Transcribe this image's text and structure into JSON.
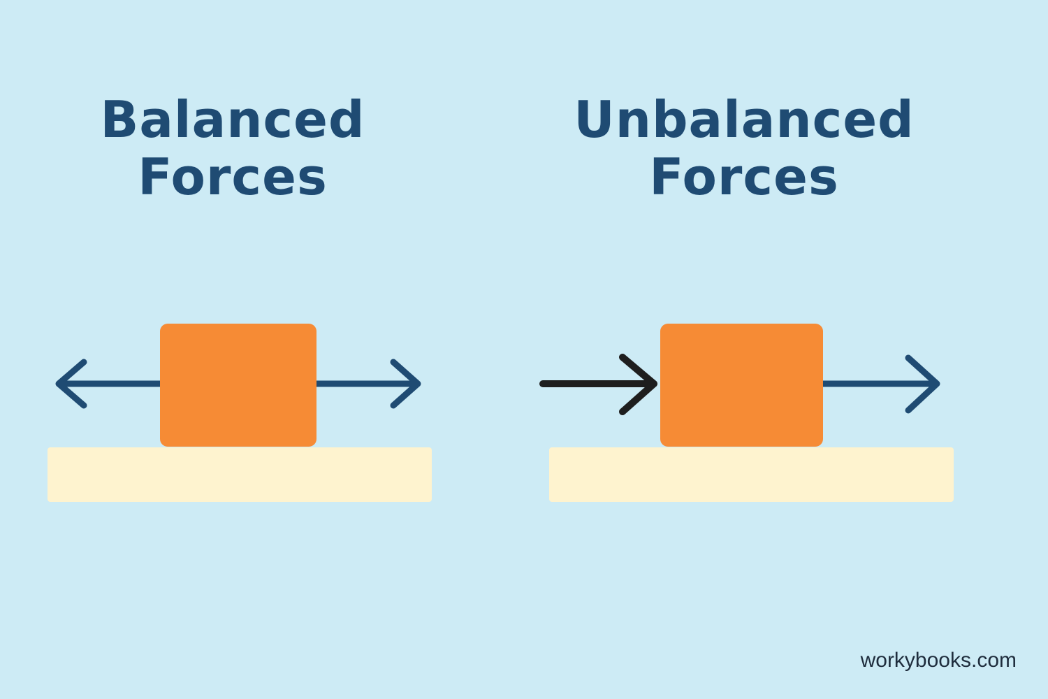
{
  "panels": [
    {
      "title_line1": "Balanced",
      "title_line2": "Forces"
    },
    {
      "title_line1": "Unbalanced",
      "title_line2": "Forces"
    }
  ],
  "watermark": "workybooks.com",
  "colors": {
    "background": "#cdebf5",
    "title": "#1f4b73",
    "box": "#f68b35",
    "floor": "#fef3cf",
    "arrow_navy": "#1f4b73",
    "arrow_black": "#1e1e1e"
  }
}
